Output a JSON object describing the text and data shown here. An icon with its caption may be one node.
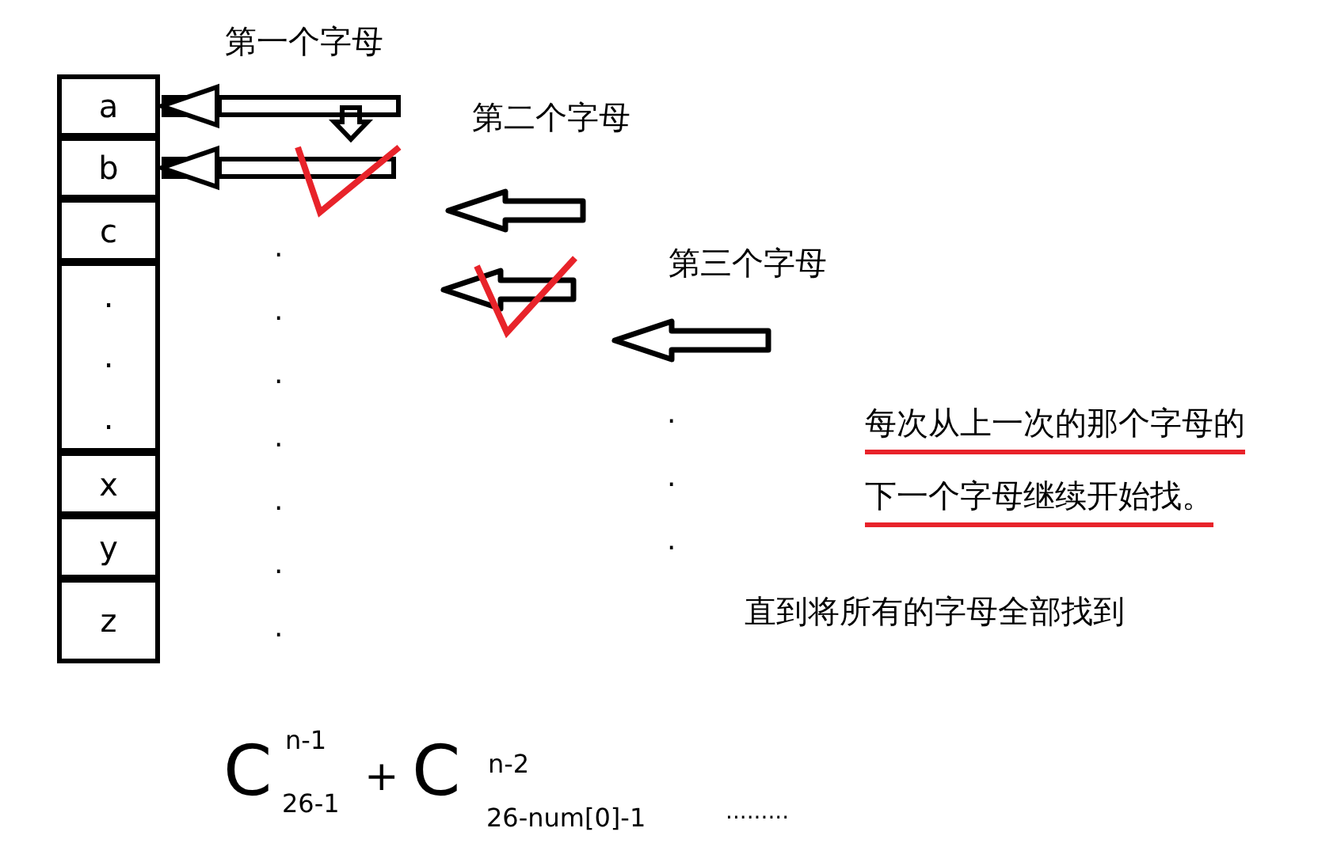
{
  "diagram": {
    "nodes": [
      {
        "text": [
          "a"
        ]
      },
      {
        "text": [
          "b"
        ]
      },
      {
        "text": [
          "c"
        ]
      },
      {
        "text": [
          ".",
          ".",
          "."
        ]
      },
      {
        "text": [
          "x"
        ]
      },
      {
        "text": [
          "y"
        ]
      },
      {
        "text": [
          "z"
        ]
      }
    ],
    "edges": [
      {
        "from": null,
        "to": 0,
        "arrow": "to"
      },
      {
        "from": null,
        "to": 1,
        "arrow": "to"
      }
    ],
    "labels": [
      "第一个字母",
      "第二个字母",
      "第三个字母",
      ".",
      ".",
      ".",
      ".",
      ".",
      ".",
      ".",
      ".",
      ".",
      ".",
      "每次从上一次的那个字母的下一个字母继续开始找。",
      "直到将所有的字母全部找到",
      "C",
      "n-1",
      "26-1",
      "+",
      "C",
      "n-2",
      "26-num[0]-1",
      "........."
    ]
  }
}
